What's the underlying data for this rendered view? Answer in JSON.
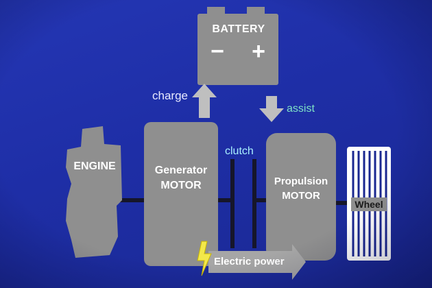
{
  "battery": {
    "label": "BATTERY",
    "minus": "−",
    "plus": "+"
  },
  "engine": {
    "label": "ENGINE"
  },
  "generator": {
    "line1": "Generator",
    "line2": "MOTOR"
  },
  "propulsion": {
    "line1": "Propulsion",
    "line2": "MOTOR"
  },
  "wheel": {
    "label": "Wheel"
  },
  "flows": {
    "charge": "charge",
    "assist": "assist",
    "clutch": "clutch",
    "electric_power": "Electric power"
  },
  "colors": {
    "background": "#1f2f9a",
    "block": "#8f8f8f",
    "assist_text": "#7fe3c6",
    "clutch_text": "#a9f0ff",
    "charge_text": "#e8eaff",
    "lightning": "#f3e84a"
  }
}
